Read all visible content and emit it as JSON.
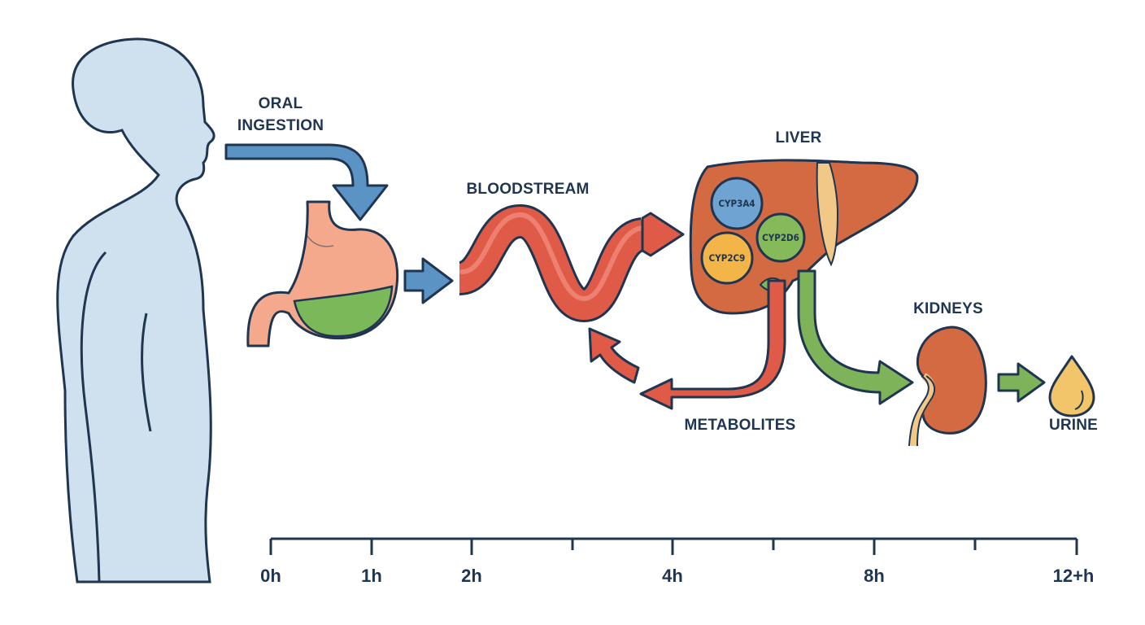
{
  "labels": {
    "oral_line1": "ORAL",
    "oral_line2": "INGESTION",
    "bloodstream": "BLOODSTREAM",
    "liver": "LIVER",
    "metabolites": "METABOLITES",
    "kidneys": "KIDNEYS",
    "urine": "URINE"
  },
  "enzymes": [
    "CYP3A4",
    "CYP2D6",
    "CYP2C9"
  ],
  "timeline": {
    "ticks": [
      "0h",
      "1h",
      "2h",
      "4h",
      "8h",
      "12+h"
    ]
  },
  "colors": {
    "outline": "#1f3550",
    "body": "#cfe0ee",
    "arrow_blue": "#5b93c4",
    "arrow_red": "#e05a48",
    "arrow_green": "#7fb35a",
    "liver": "#d36a42",
    "stomach": "#f4a98c",
    "stomach_contents": "#7ab85a",
    "cyp3a4": "#6fa3d1",
    "cyp2d6": "#86b95a",
    "cyp2c9": "#f3b548",
    "urine": "#f2c56a"
  }
}
